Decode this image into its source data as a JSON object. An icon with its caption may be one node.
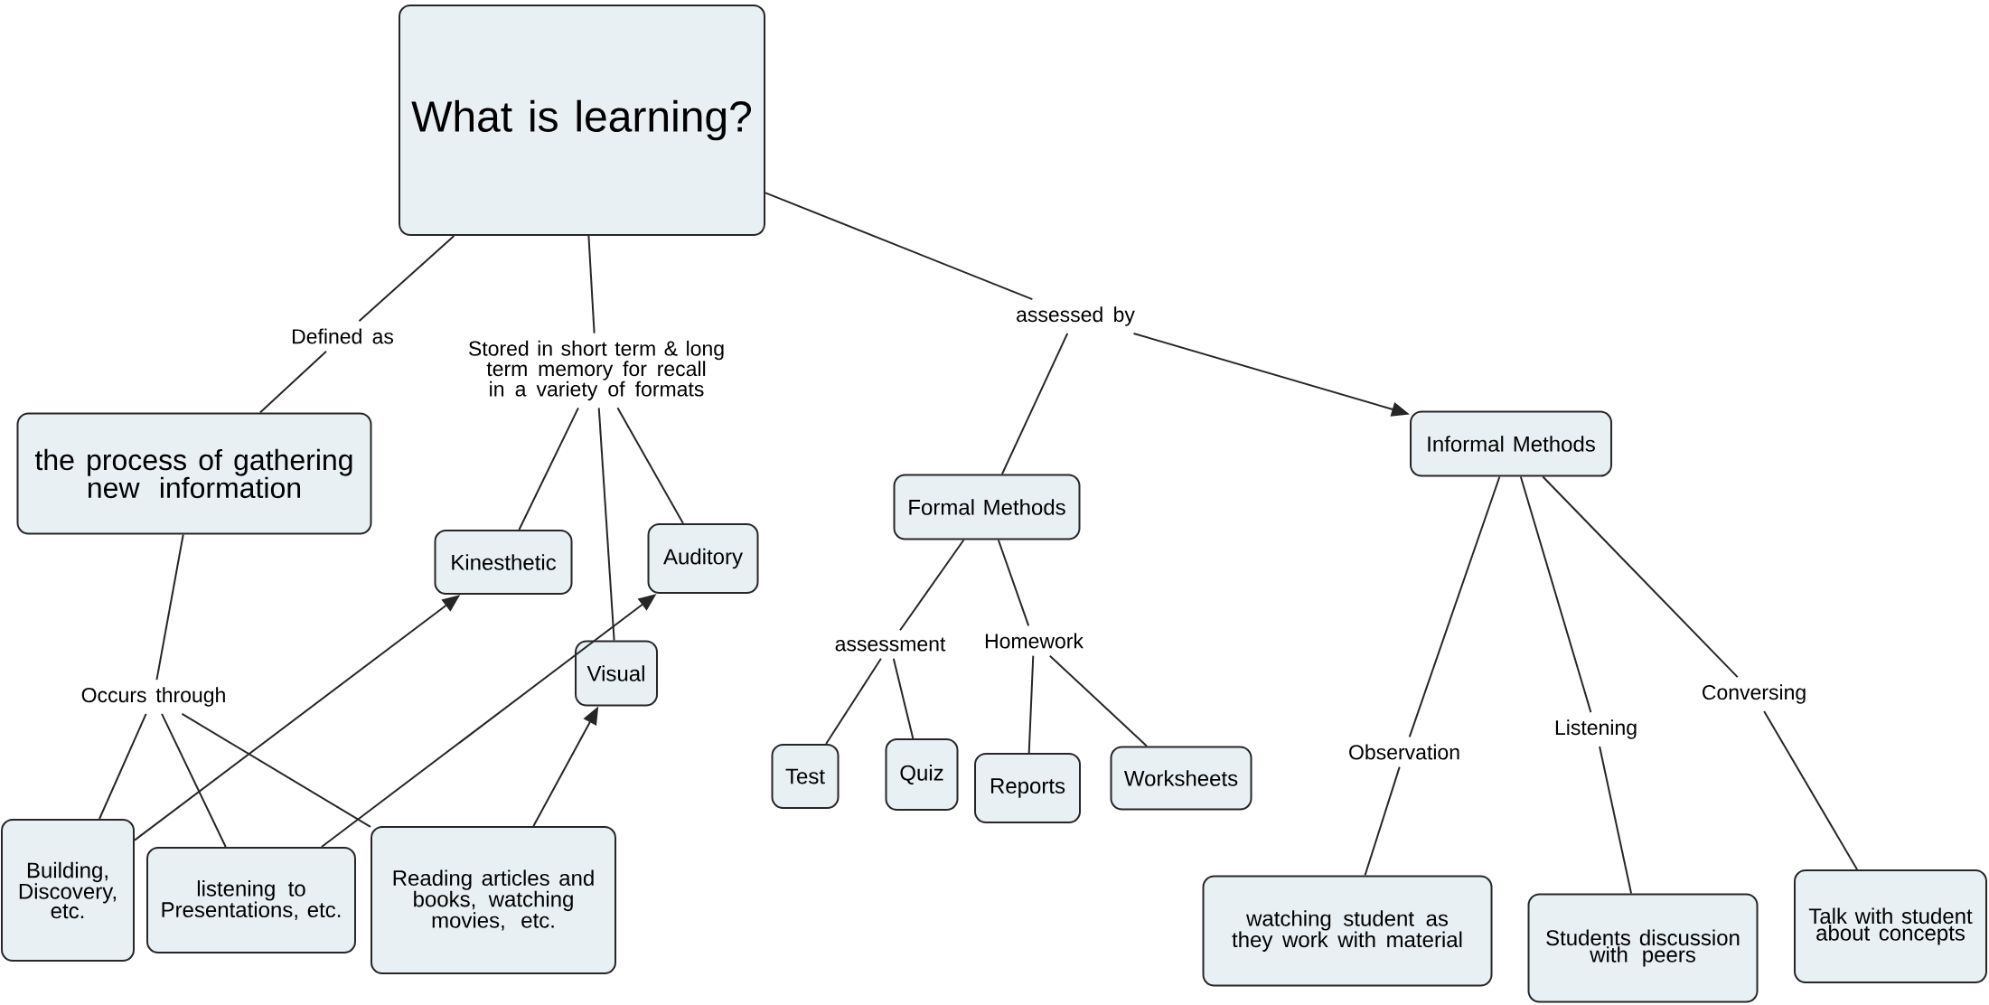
{
  "diagram": {
    "nodes": [
      {
        "text": [
          "What is learning?"
        ]
      },
      {
        "text": [
          "Defined as"
        ]
      },
      {
        "text": [
          "Stored in short term & long term memory for recall in a variety of formats"
        ]
      },
      {
        "text": [
          "assessed by"
        ]
      },
      {
        "text": [
          "the process of gathering new information"
        ]
      },
      {
        "text": [
          "Kinesthetic"
        ]
      },
      {
        "text": [
          "Auditory"
        ]
      },
      {
        "text": [
          "Visual"
        ]
      },
      {
        "text": [
          "Occurs through"
        ]
      },
      {
        "text": [
          "Building, Discovery, etc."
        ]
      },
      {
        "text": [
          "listening to Presentations, etc."
        ]
      },
      {
        "text": [
          "Reading articles and books, watching movies, etc."
        ]
      },
      {
        "text": [
          "Formal Methods"
        ]
      },
      {
        "text": [
          "Informal Methods"
        ]
      },
      {
        "text": [
          "assessment"
        ]
      },
      {
        "text": [
          "Homework"
        ]
      },
      {
        "text": [
          "Test"
        ]
      },
      {
        "text": [
          "Quiz"
        ]
      },
      {
        "text": [
          "Reports"
        ]
      },
      {
        "text": [
          "Worksheets"
        ]
      },
      {
        "text": [
          "Observation"
        ]
      },
      {
        "text": [
          "Listening"
        ]
      },
      {
        "text": [
          "Conversing"
        ]
      },
      {
        "text": [
          "watching student as they work with material"
        ]
      },
      {
        "text": [
          "Students discussion with peers"
        ]
      },
      {
        "text": [
          "Talk with student about concepts"
        ]
      }
    ],
    "edges": [
      {
        "from": 0,
        "to": 1,
        "arrow": "none"
      },
      {
        "from": 1,
        "to": 4,
        "arrow": "none"
      },
      {
        "from": 0,
        "to": 2,
        "arrow": "none"
      },
      {
        "from": 2,
        "to": 5,
        "arrow": "none"
      },
      {
        "from": 2,
        "to": 7,
        "arrow": "none"
      },
      {
        "from": 2,
        "to": 6,
        "arrow": "none"
      },
      {
        "from": 0,
        "to": 3,
        "arrow": "none"
      },
      {
        "from": 3,
        "to": 12,
        "arrow": "none"
      },
      {
        "from": 3,
        "to": 13,
        "arrow": "to"
      },
      {
        "from": 4,
        "to": 8,
        "arrow": "none"
      },
      {
        "from": 8,
        "to": 9,
        "arrow": "none"
      },
      {
        "from": 8,
        "to": 10,
        "arrow": "none"
      },
      {
        "from": 8,
        "to": 11,
        "arrow": "none"
      },
      {
        "from": 9,
        "to": 5,
        "arrow": "to"
      },
      {
        "from": 10,
        "to": 6,
        "arrow": "to"
      },
      {
        "from": 11,
        "to": 7,
        "arrow": "to"
      },
      {
        "from": 12,
        "to": 14,
        "arrow": "none"
      },
      {
        "from": 12,
        "to": 15,
        "arrow": "none"
      },
      {
        "from": 14,
        "to": 16,
        "arrow": "none"
      },
      {
        "from": 14,
        "to": 17,
        "arrow": "none"
      },
      {
        "from": 15,
        "to": 18,
        "arrow": "none"
      },
      {
        "from": 15,
        "to": 19,
        "arrow": "none"
      },
      {
        "from": 13,
        "to": 20,
        "arrow": "none"
      },
      {
        "from": 13,
        "to": 21,
        "arrow": "none"
      },
      {
        "from": 13,
        "to": 22,
        "arrow": "none"
      },
      {
        "from": 20,
        "to": 23,
        "arrow": "none"
      },
      {
        "from": 21,
        "to": 24,
        "arrow": "none"
      },
      {
        "from": 22,
        "to": 25,
        "arrow": "none"
      }
    ]
  }
}
